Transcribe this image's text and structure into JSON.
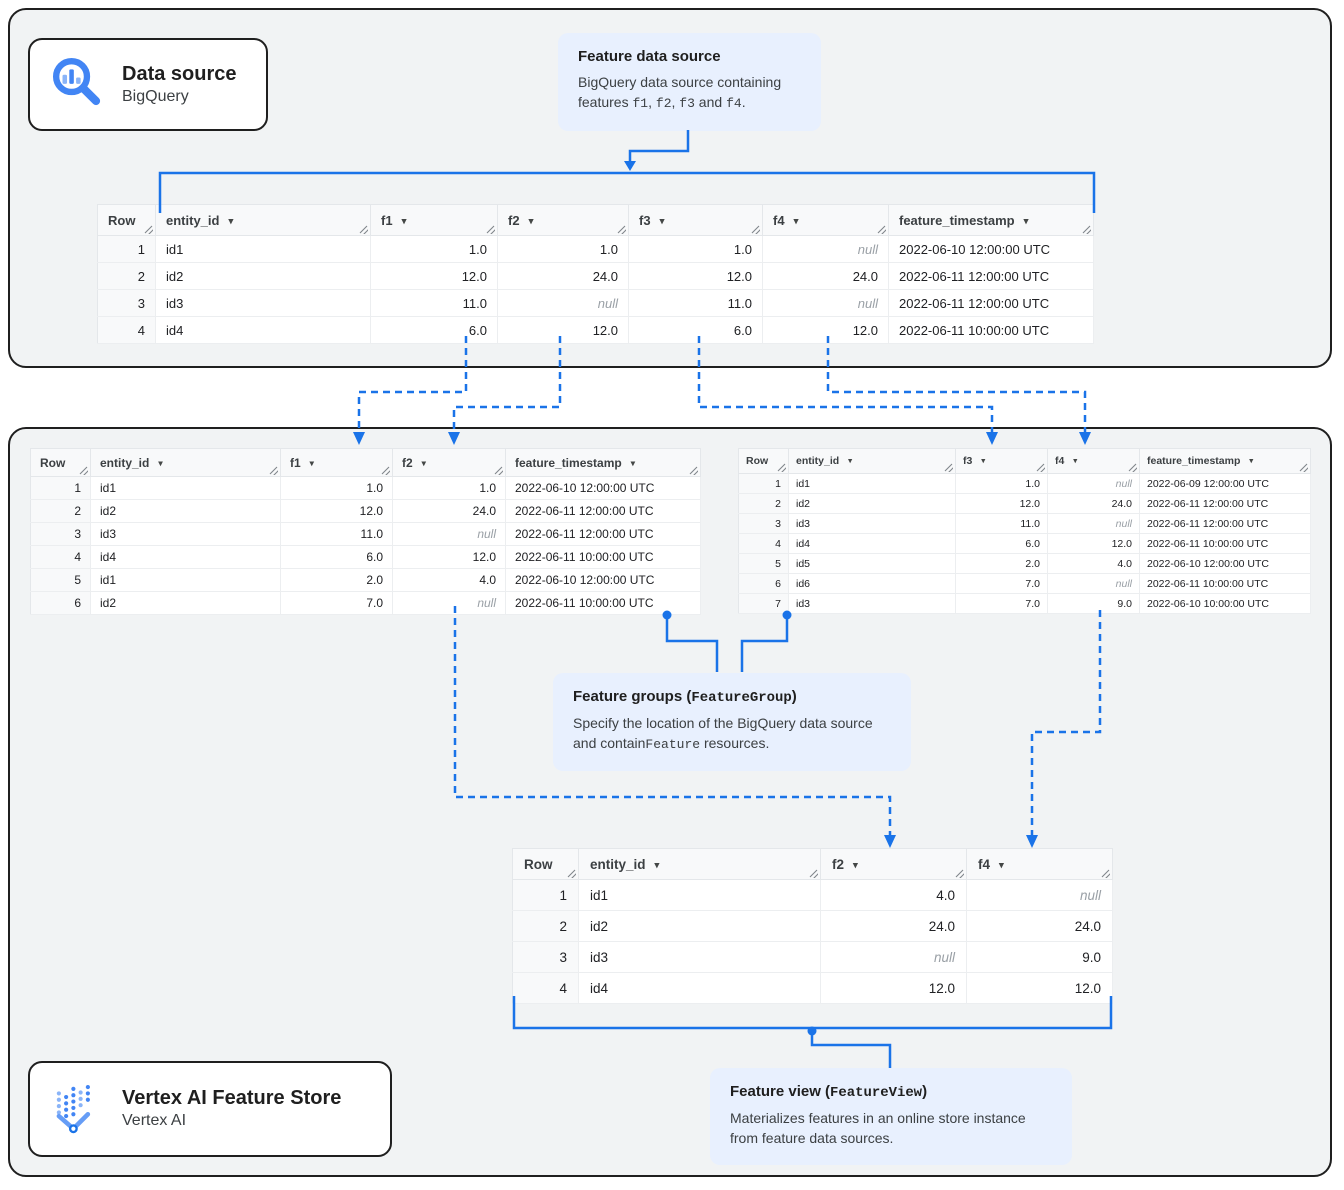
{
  "cards": {
    "source": {
      "title": "Data source",
      "subtitle": "BigQuery",
      "icon": "bigquery-magnifier-icon"
    },
    "store": {
      "title": "Vertex AI Feature Store",
      "subtitle": "Vertex AI",
      "icon": "vertex-ai-icon"
    }
  },
  "callouts": {
    "source": {
      "title_parts": [
        [
          "t",
          "Feature data source"
        ]
      ],
      "body_parts": [
        [
          "t",
          "BigQuery data source containing features "
        ],
        [
          "m",
          "f1"
        ],
        [
          "t",
          ", "
        ],
        [
          "m",
          "f2"
        ],
        [
          "t",
          ", "
        ],
        [
          "m",
          "f3"
        ],
        [
          "t",
          " and "
        ],
        [
          "m",
          "f4"
        ],
        [
          "t",
          "."
        ]
      ]
    },
    "groups": {
      "title_parts": [
        [
          "t",
          "Feature groups ("
        ],
        [
          "m",
          "FeatureGroup"
        ],
        [
          "t",
          ")"
        ]
      ],
      "body_parts": [
        [
          "t",
          "Specify the location of the BigQuery data source and contain"
        ],
        [
          "m",
          "Feature"
        ],
        [
          "t",
          " resources."
        ]
      ]
    },
    "view": {
      "title_parts": [
        [
          "t",
          "Feature view ("
        ],
        [
          "m",
          "FeatureView"
        ],
        [
          "t",
          ")"
        ]
      ],
      "body_parts": [
        [
          "t",
          "Materializes features in an online store instance from feature data sources."
        ]
      ]
    }
  },
  "tables": {
    "source": {
      "columns": [
        {
          "label": "Row"
        },
        {
          "label": "entity_id"
        },
        {
          "label": "f1"
        },
        {
          "label": "f2"
        },
        {
          "label": "f3"
        },
        {
          "label": "f4"
        },
        {
          "label": "feature_timestamp"
        }
      ],
      "rows": [
        [
          "1",
          "id1",
          "1.0",
          "1.0",
          "1.0",
          null,
          "2022-06-10 12:00:00 UTC"
        ],
        [
          "2",
          "id2",
          "12.0",
          "24.0",
          "12.0",
          "24.0",
          "2022-06-11 12:00:00 UTC"
        ],
        [
          "3",
          "id3",
          "11.0",
          null,
          "11.0",
          null,
          "2022-06-11 12:00:00 UTC"
        ],
        [
          "4",
          "id4",
          "6.0",
          "12.0",
          "6.0",
          "12.0",
          "2022-06-11 10:00:00 UTC"
        ]
      ]
    },
    "group_f1f2": {
      "columns": [
        {
          "label": "Row"
        },
        {
          "label": "entity_id"
        },
        {
          "label": "f1"
        },
        {
          "label": "f2"
        },
        {
          "label": "feature_timestamp"
        }
      ],
      "rows": [
        [
          "1",
          "id1",
          "1.0",
          "1.0",
          "2022-06-10 12:00:00 UTC"
        ],
        [
          "2",
          "id2",
          "12.0",
          "24.0",
          "2022-06-11 12:00:00 UTC"
        ],
        [
          "3",
          "id3",
          "11.0",
          null,
          "2022-06-11 12:00:00 UTC"
        ],
        [
          "4",
          "id4",
          "6.0",
          "12.0",
          "2022-06-11 10:00:00 UTC"
        ],
        [
          "5",
          "id1",
          "2.0",
          "4.0",
          "2022-06-10 12:00:00 UTC"
        ],
        [
          "6",
          "id2",
          "7.0",
          null,
          "2022-06-11 10:00:00 UTC"
        ]
      ]
    },
    "group_f3f4": {
      "columns": [
        {
          "label": "Row"
        },
        {
          "label": "entity_id"
        },
        {
          "label": "f3"
        },
        {
          "label": "f4"
        },
        {
          "label": "feature_timestamp"
        }
      ],
      "rows": [
        [
          "1",
          "id1",
          "1.0",
          null,
          "2022-06-09 12:00:00 UTC"
        ],
        [
          "2",
          "id2",
          "12.0",
          "24.0",
          "2022-06-11 12:00:00 UTC"
        ],
        [
          "3",
          "id3",
          "11.0",
          null,
          "2022-06-11 12:00:00 UTC"
        ],
        [
          "4",
          "id4",
          "6.0",
          "12.0",
          "2022-06-11 10:00:00 UTC"
        ],
        [
          "5",
          "id5",
          "2.0",
          "4.0",
          "2022-06-10 12:00:00 UTC"
        ],
        [
          "6",
          "id6",
          "7.0",
          null,
          "2022-06-11 10:00:00 UTC"
        ],
        [
          "7",
          "id3",
          "7.0",
          "9.0",
          "2022-06-10 10:00:00 UTC"
        ]
      ]
    },
    "feature_view": {
      "columns": [
        {
          "label": "Row"
        },
        {
          "label": "entity_id"
        },
        {
          "label": "f2"
        },
        {
          "label": "f4"
        }
      ],
      "rows": [
        [
          "1",
          "id1",
          "4.0",
          null
        ],
        [
          "2",
          "id2",
          "24.0",
          "24.0"
        ],
        [
          "3",
          "id3",
          null,
          "9.0"
        ],
        [
          "4",
          "id4",
          "12.0",
          "12.0"
        ]
      ]
    }
  },
  "null_display": "null",
  "sort_caret_glyph": "▾",
  "colors": {
    "connector_blue": "#1a73e8",
    "callout_bg": "#e8f0fe",
    "container_bg": "#f1f3f4",
    "table_header_bg": "#f8f9fa",
    "null_gray": "#9aa0a6",
    "bigquery_icon_blue": "#4285f4"
  }
}
